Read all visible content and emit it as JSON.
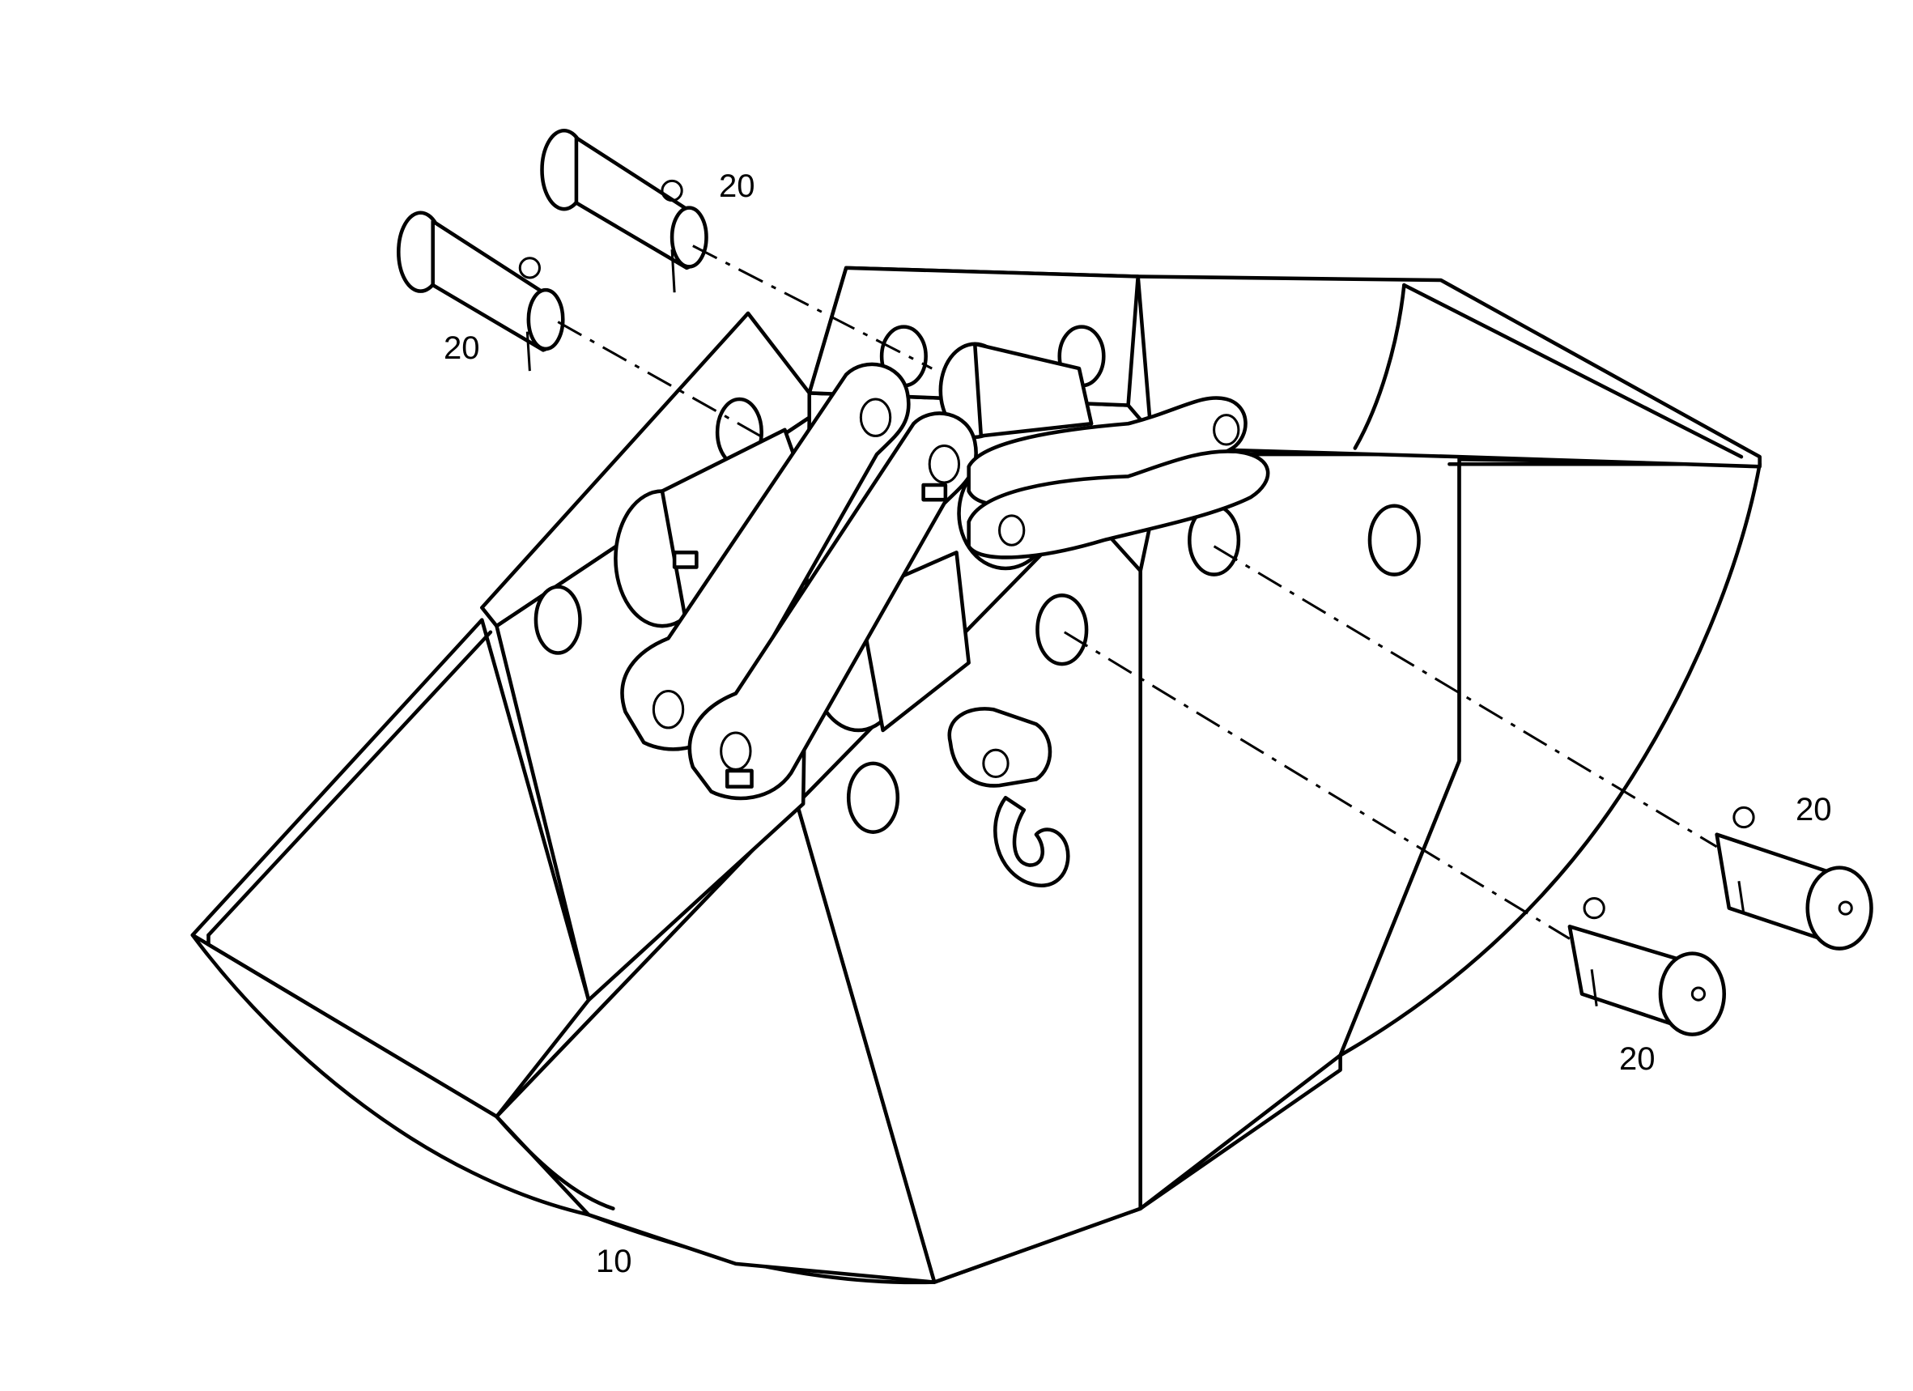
{
  "diagram": {
    "callouts": [
      {
        "id": "pin-upper-back",
        "label": "20"
      },
      {
        "id": "pin-upper-front",
        "label": "20"
      },
      {
        "id": "pin-right-back",
        "label": "20"
      },
      {
        "id": "pin-right-front",
        "label": "20"
      },
      {
        "id": "bucket",
        "label": "10"
      }
    ],
    "line_color": "#000000",
    "background_color": "#ffffff"
  }
}
